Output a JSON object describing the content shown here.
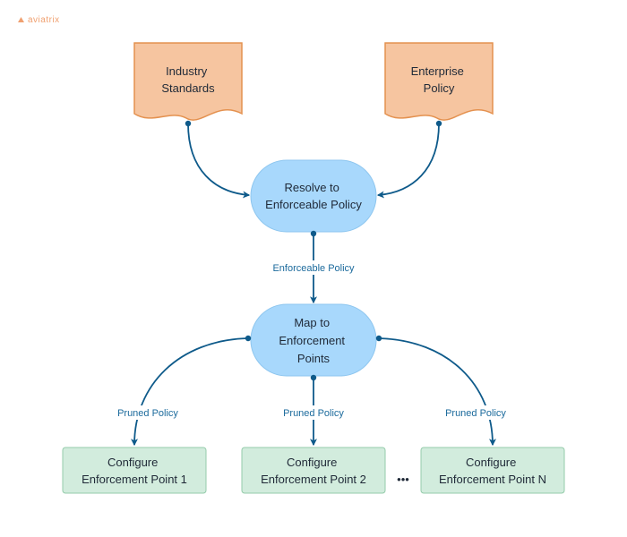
{
  "brand": {
    "logo_text": "aviatrix"
  },
  "colors": {
    "doc_fill": "#f6c5a0",
    "doc_stroke": "#e4914f",
    "process_fill": "#a8d8fc",
    "process_stroke": "#8ec6ef",
    "box_fill": "#d2ecdd",
    "box_stroke": "#94cbab",
    "edge": "#0e5a8a",
    "edge_label": "#1b6a9c"
  },
  "nodes": {
    "industry_standards": [
      "Industry",
      "Standards"
    ],
    "enterprise_policy": [
      "Enterprise",
      "Policy"
    ],
    "resolve_policy": [
      "Resolve to",
      "Enforceable Policy"
    ],
    "map_enforcement": [
      "Map to",
      "Enforcement",
      "Points"
    ],
    "configure_point_1": [
      "Configure",
      "Enforcement Point 1"
    ],
    "configure_point_2": [
      "Configure",
      "Enforcement Point 2"
    ],
    "configure_point_n": [
      "Configure",
      "Enforcement Point N"
    ]
  },
  "edge_labels": {
    "enforceable_policy": "Enforceable Policy",
    "pruned_policy_left": "Pruned Policy",
    "pruned_policy_center": "Pruned Policy",
    "pruned_policy_right": "Pruned Policy"
  },
  "ellipsis": "•••"
}
